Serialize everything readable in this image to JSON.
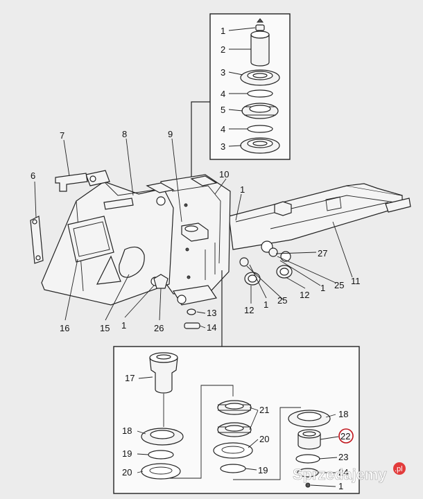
{
  "callouts": {
    "c1": "1",
    "c2": "2",
    "c3": "3",
    "c4": "4",
    "c5": "5",
    "c6": "6",
    "c7": "7",
    "c8": "8",
    "c9": "9",
    "c10": "10",
    "c11": "11",
    "c12": "12",
    "c13": "13",
    "c14": "14",
    "c15": "15",
    "c16": "16",
    "c17": "17",
    "c18": "18",
    "c19": "19",
    "c20": "20",
    "c21": "21",
    "c22": "22",
    "c23": "23",
    "c24": "24",
    "c25": "25",
    "c26": "26",
    "c27": "27"
  },
  "highlighted_callout": "22",
  "highlight_color": "#c0141b",
  "watermark": {
    "text": "Sprzedajemy",
    "suffix": ".pl"
  }
}
